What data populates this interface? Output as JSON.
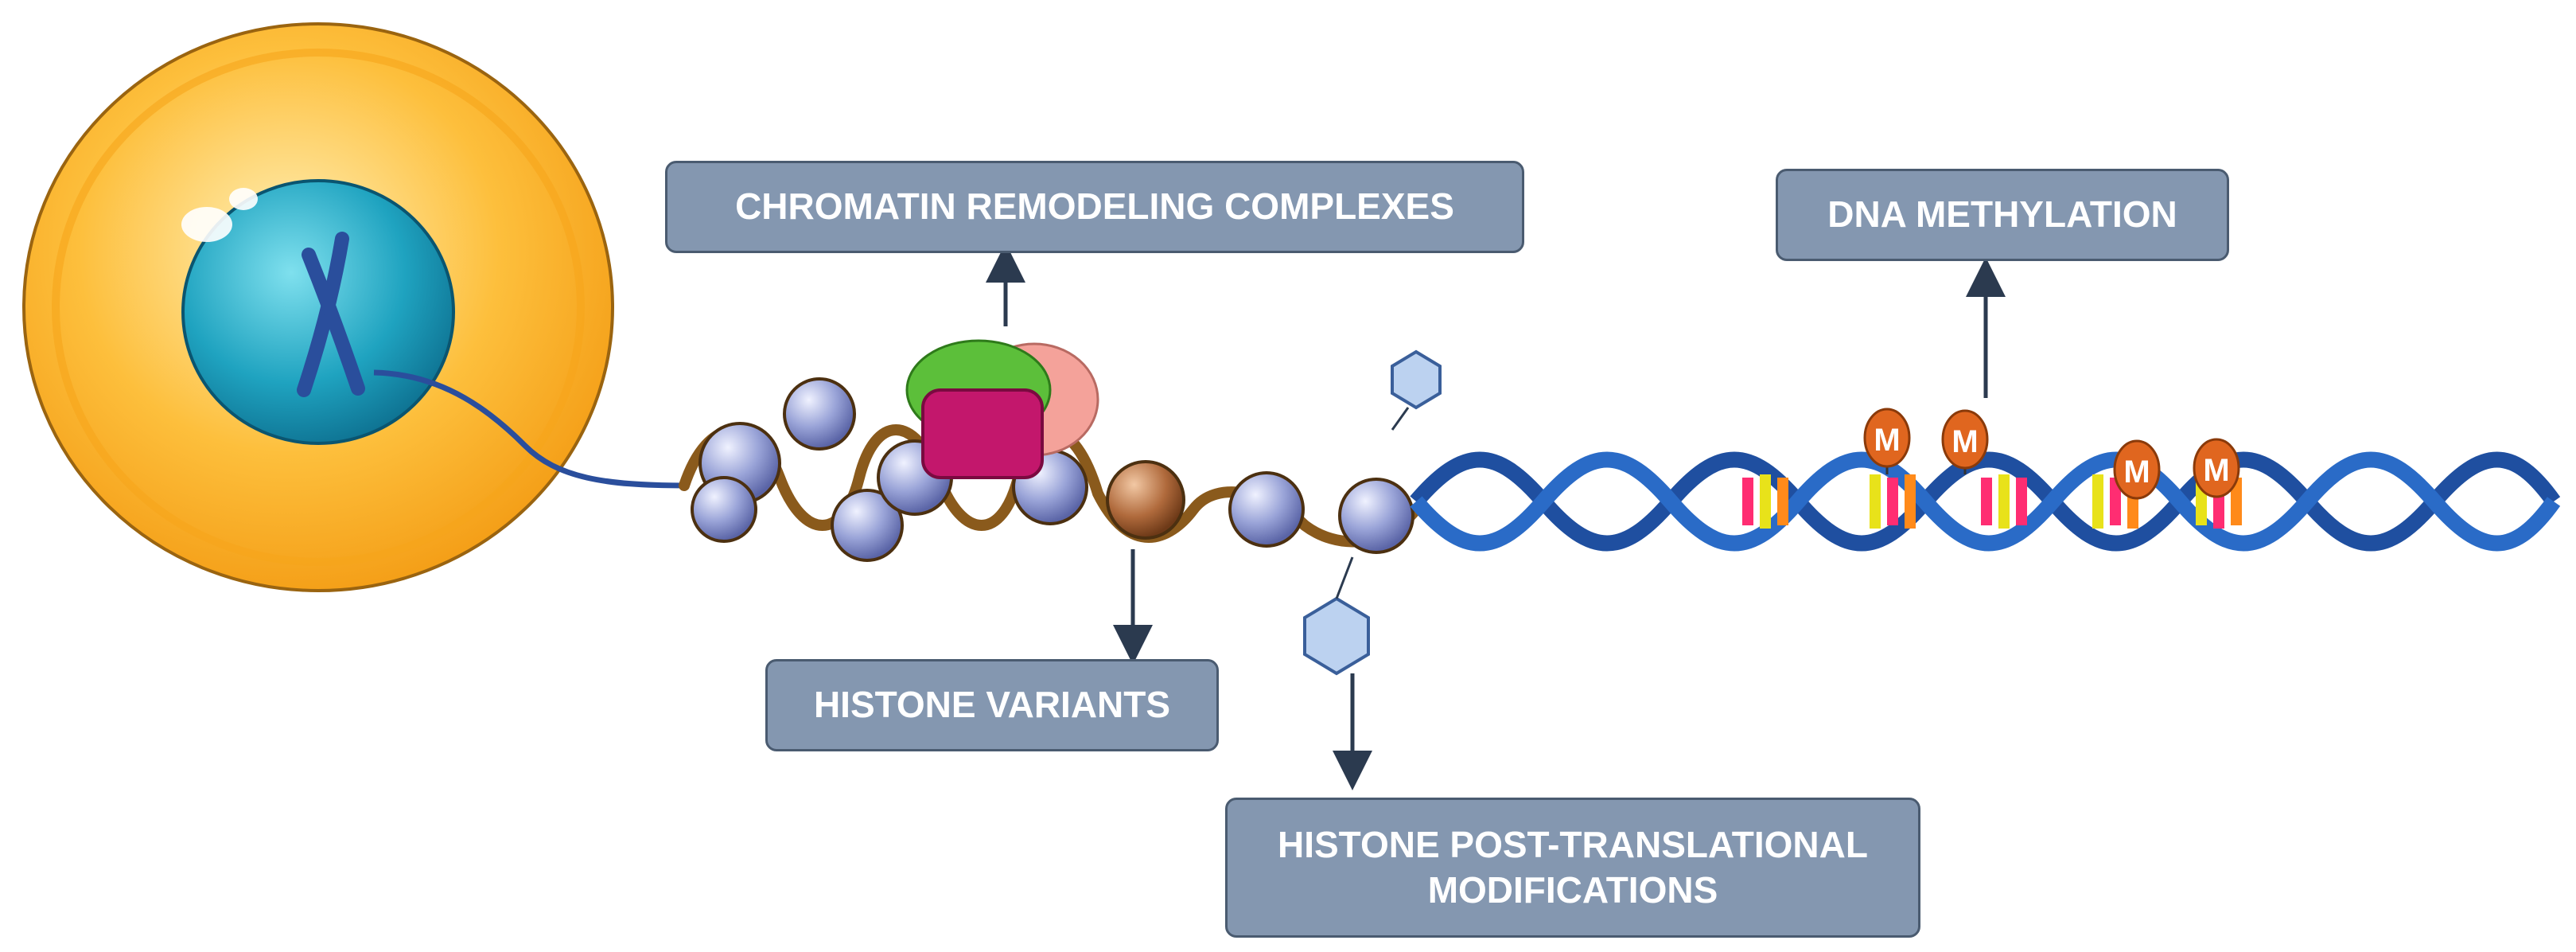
{
  "labels": {
    "chromatin_remodeling": "CHROMATIN REMODELING COMPLEXES",
    "dna_methylation": "DNA METHYLATION",
    "histone_variants": "HISTONE VARIANTS",
    "histone_ptm_line1": "HISTONE POST-TRANSLATIONAL",
    "histone_ptm_line2": "MODIFICATIONS"
  },
  "methyl_marks": [
    "M",
    "M",
    "M",
    "M"
  ],
  "colors": {
    "cell_body": "#fdbf3c",
    "nucleus": "#1fa3c0",
    "chromosome": "#2a4e9c",
    "histone": "#9aa4d8",
    "dna_wrap": "#8a5a1c",
    "dna_helix": "#1f4fa0",
    "label_fill": "#8497b0",
    "methyl_mark": "#e0661f",
    "remodeler_green": "#5cbf3a",
    "remodeler_magenta": "#c3176c",
    "variant_histone": "#b06a3c"
  }
}
